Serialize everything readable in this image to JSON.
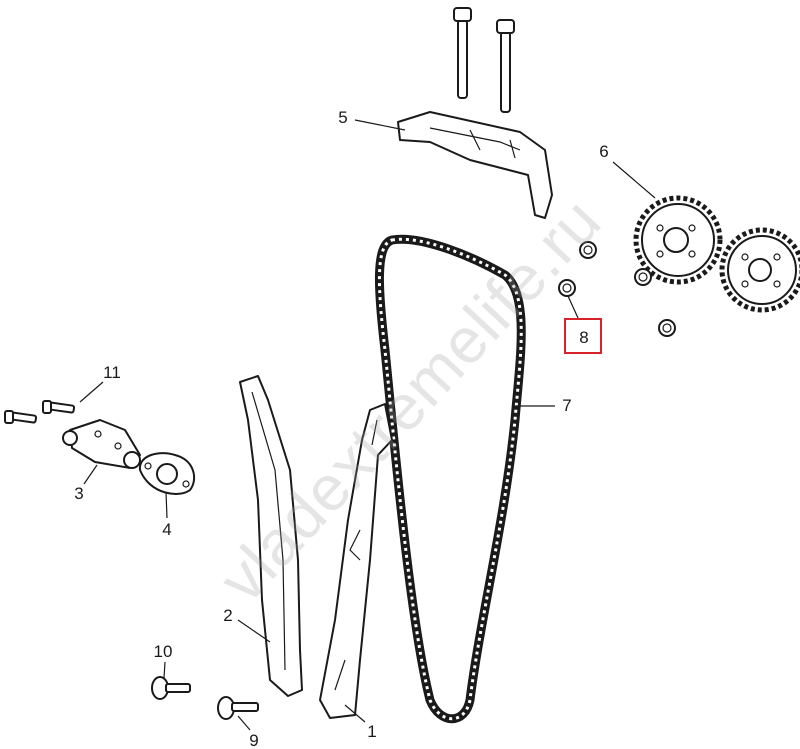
{
  "diagram": {
    "watermark": "vladextremelife.ru",
    "highlight_color": "#d8232a",
    "callouts": [
      {
        "id": "1",
        "label": "1"
      },
      {
        "id": "2",
        "label": "2"
      },
      {
        "id": "3",
        "label": "3"
      },
      {
        "id": "4",
        "label": "4"
      },
      {
        "id": "5",
        "label": "5"
      },
      {
        "id": "6",
        "label": "6"
      },
      {
        "id": "7",
        "label": "7"
      },
      {
        "id": "8",
        "label": "8",
        "highlighted": true
      },
      {
        "id": "9",
        "label": "9"
      },
      {
        "id": "10",
        "label": "10"
      },
      {
        "id": "11",
        "label": "11"
      }
    ]
  }
}
